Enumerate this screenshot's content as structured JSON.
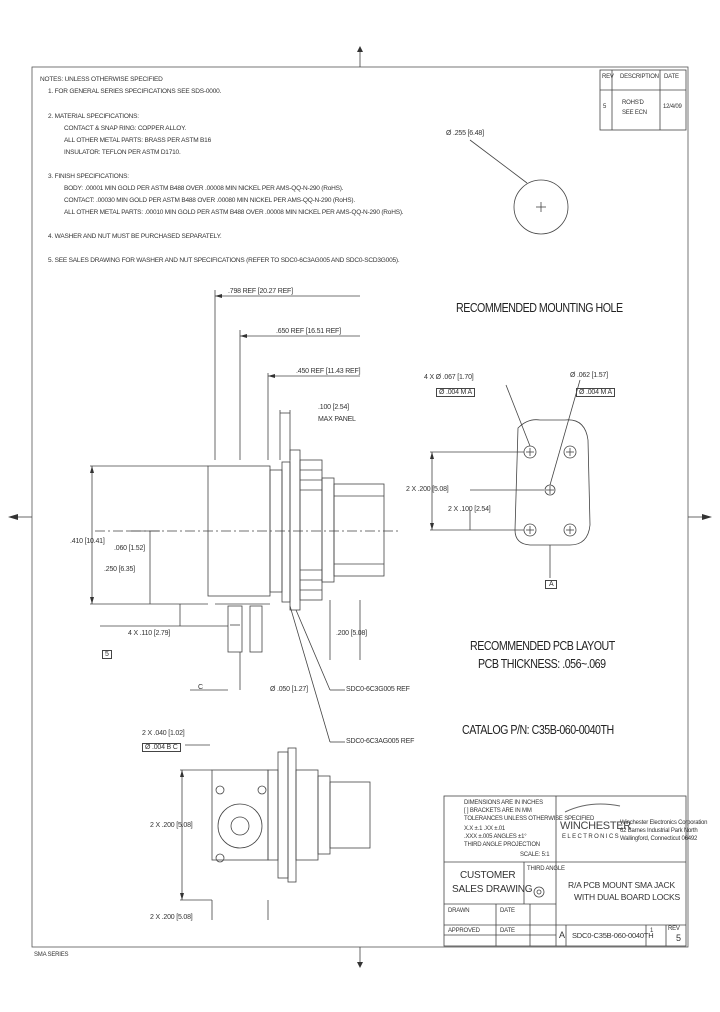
{
  "notes": {
    "heading": "NOTES: UNLESS OTHERWISE SPECIFIED",
    "items": [
      "1. FOR GENERAL SERIES SPECIFICATIONS SEE SDS-0000.",
      "2. MATERIAL SPECIFICATIONS:",
      "CONTACT & SNAP RING: COPPER ALLOY.",
      "ALL OTHER METAL PARTS: BRASS PER ASTM B16",
      "INSULATOR: TEFLON PER ASTM D1710.",
      "3. FINISH SPECIFICATIONS:",
      "BODY: .00001 MIN GOLD PER ASTM B488 OVER .00008 MIN NICKEL PER AMS-QQ-N-290 (RoHS).",
      "CONTACT: .00030 MIN GOLD PER ASTM B488 OVER .00080 MIN NICKEL PER AMS-QQ-N-290 (RoHS).",
      "ALL OTHER METAL PARTS: .00010 MIN GOLD PER ASTM B488 OVER .00008 MIN NICKEL PER AMS-QQ-N-290 (RoHS).",
      "4. WASHER AND NUT MUST BE PURCHASED SEPARATELY.",
      "5. SEE SALES DRAWING FOR WASHER AND NUT SPECIFICATIONS (REFER TO SDC0-6C3AG005 AND SDC0-SCD3G005)."
    ]
  },
  "revision": {
    "headers": [
      "REV",
      "DESCRIPTION",
      "DATE"
    ],
    "rev": "5",
    "description": "ROHS'D",
    "description2": "SEE ECN",
    "date": "12/4/09"
  },
  "mounting_hole": {
    "diameter_label": "Ø .255 [6.48]",
    "title": "RECOMMENDED MOUNTING HOLE"
  },
  "side_view": {
    "dim_overall": ".798 REF [20.27 REF]",
    "dim_body": ".650 REF [16.51 REF]",
    "dim_panel": ".450 REF [11.43 REF]",
    "dim_max_panel_1": ".100 [2.54]",
    "dim_max_panel_2": "MAX PANEL",
    "dim_height": ".410 [10.41]",
    "dim_center": ".060 [1.52]",
    "dim_flange": ".250 [6.35]",
    "dim_pitch": "4 X .110 [2.79]",
    "dim_right": ".200 [5.08]",
    "note_flag": "5",
    "datum_c": "C",
    "dim_pin": "Ø .050 [1.27]",
    "ref_1": "SDC0-6C3G005 REF",
    "ref_2": "SDC0-6C3AG005 REF"
  },
  "front_view": {
    "dim_a_1": "2 X .040 [1.02]",
    "fcf_a": "Ø .004 B C",
    "dim_b": "2 X .200 [5.08]",
    "dim_c": "2 X .200 [5.08]"
  },
  "pcb_layout": {
    "hole_a_label": "4 X Ø .067 [1.70]",
    "hole_a_fcf": "Ø .004 M A",
    "hole_b_label": "Ø .062 [1.57]",
    "hole_b_fcf": "Ø .004 M A",
    "dim_1": "2 X .200 [5.08]",
    "dim_2": "2 X .100 [2.54]",
    "datum": "A",
    "title_1": "RECOMMENDED PCB LAYOUT",
    "title_2": "PCB THICKNESS: .056~.069"
  },
  "catalog": "CATALOG P/N: C35B-060-0040TH",
  "title_block": {
    "tolerances": [
      "DIMENSIONS ARE IN INCHES",
      "[ ] BRACKETS ARE IN MM",
      "TOLERANCES UNLESS OTHERWISE SPECIFIED",
      "X.X ±.1   .XX ±.01",
      ".XXX ±.005   ANGLES ±1°",
      "THIRD ANGLE PROJECTION"
    ],
    "scale_label": "SCALE: 5:1",
    "company": "WINCHESTER",
    "company_sub": "ELECTRONICS",
    "address_1": "Winchester Electronics Corporation",
    "address_2": "62 Barnes Industrial Park North",
    "address_3": "Wallingford, Connecticut 06492",
    "customer_1": "CUSTOMER",
    "customer_2": "SALES DRAWING",
    "projection": "THIRD ANGLE",
    "desc_1": "R/A PCB MOUNT SMA JACK",
    "desc_2": "WITH DUAL BOARD LOCKS",
    "drawn": "DRAWN",
    "date": "DATE",
    "approved": "APPROVED",
    "approval_date": "DATE",
    "size": "A",
    "drawing_no": "SDC0-C35B-060-0040TH",
    "sheet": "1",
    "rev_label": "REV",
    "rev": "5",
    "footer_left": "SMA SERIES"
  }
}
